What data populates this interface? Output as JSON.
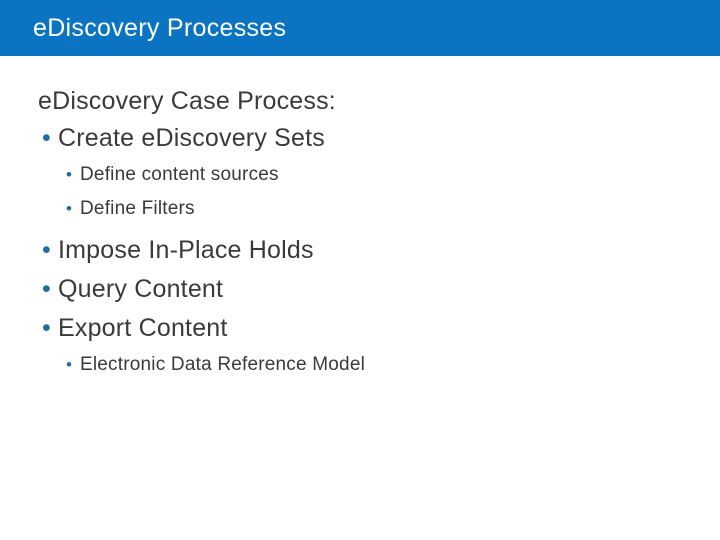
{
  "slide": {
    "title": "eDiscovery Processes",
    "colors": {
      "header_bg": "#0a74c2",
      "title_text": "#ffffff",
      "body_text": "#3a3a3a",
      "bullet": "#1f6d9c"
    },
    "bullet_glyph": "•",
    "body": {
      "heading": "eDiscovery Case Process:",
      "bullets": [
        {
          "level": 1,
          "text": "Create eDiscovery Sets"
        },
        {
          "level": 2,
          "text": "Define content sources"
        },
        {
          "level": 2,
          "text": "Define Filters"
        },
        {
          "level": 1,
          "text": "Impose In-Place Holds"
        },
        {
          "level": 1,
          "text": "Query Content"
        },
        {
          "level": 1,
          "text": "Export Content"
        },
        {
          "level": 2,
          "text": "Electronic Data Reference Model"
        }
      ]
    }
  }
}
